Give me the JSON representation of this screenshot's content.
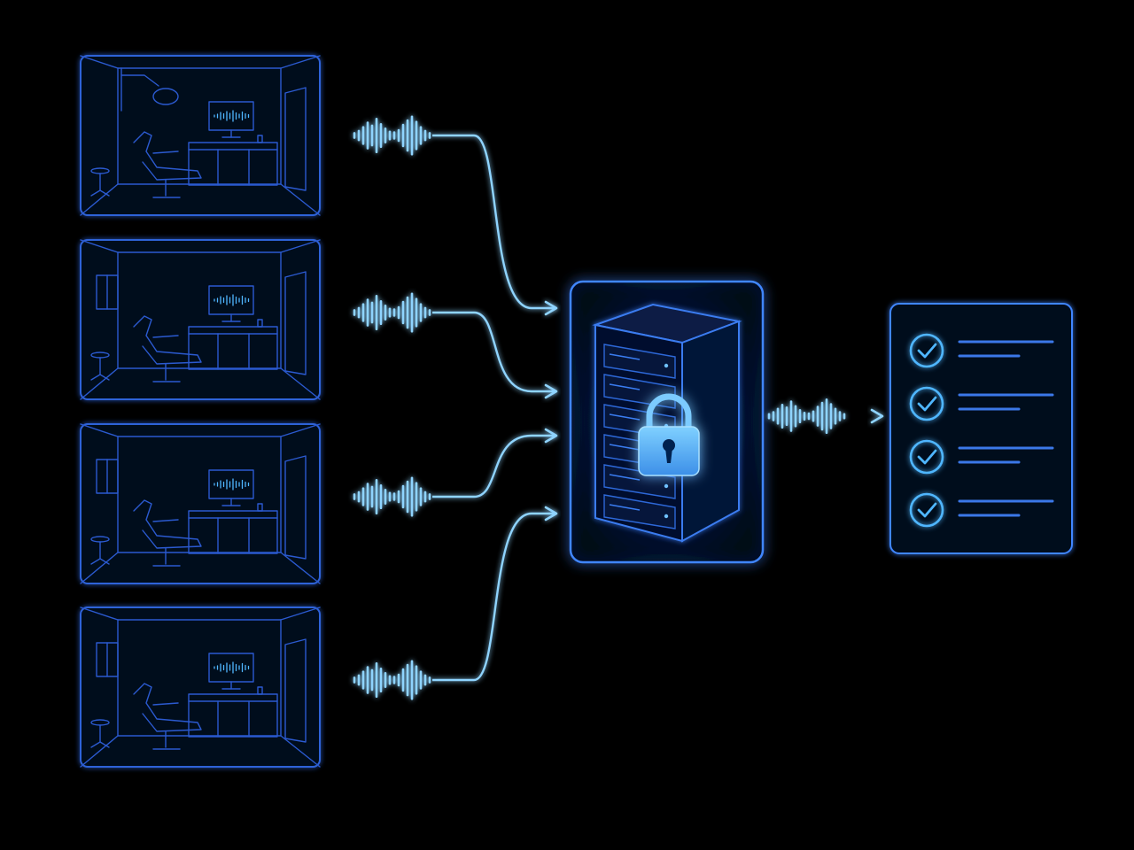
{
  "diagram": {
    "type": "flow",
    "description_visible_text": "",
    "colors": {
      "background": "#000000",
      "accent": "#4fb6ff",
      "accent_bright": "#8fd4ff",
      "panel_stroke": "#2f63d8",
      "panel_fill": "#030a1e",
      "scene_line": "#2b5ad0"
    },
    "rooms": [
      {
        "id": "room-1",
        "icon": "dental-operatory-with-overhead-light-icon",
        "has_overhead_light": true,
        "has_window": false
      },
      {
        "id": "room-2",
        "icon": "dental-operatory-icon",
        "has_overhead_light": false,
        "has_window": true
      },
      {
        "id": "room-3",
        "icon": "dental-operatory-icon",
        "has_overhead_light": false,
        "has_window": true
      },
      {
        "id": "room-4",
        "icon": "dental-operatory-icon",
        "has_overhead_light": false,
        "has_window": true
      }
    ],
    "server": {
      "icon": "server-with-padlock-icon"
    },
    "output": {
      "icon": "checklist-document-icon",
      "checklist_items": 4
    }
  }
}
